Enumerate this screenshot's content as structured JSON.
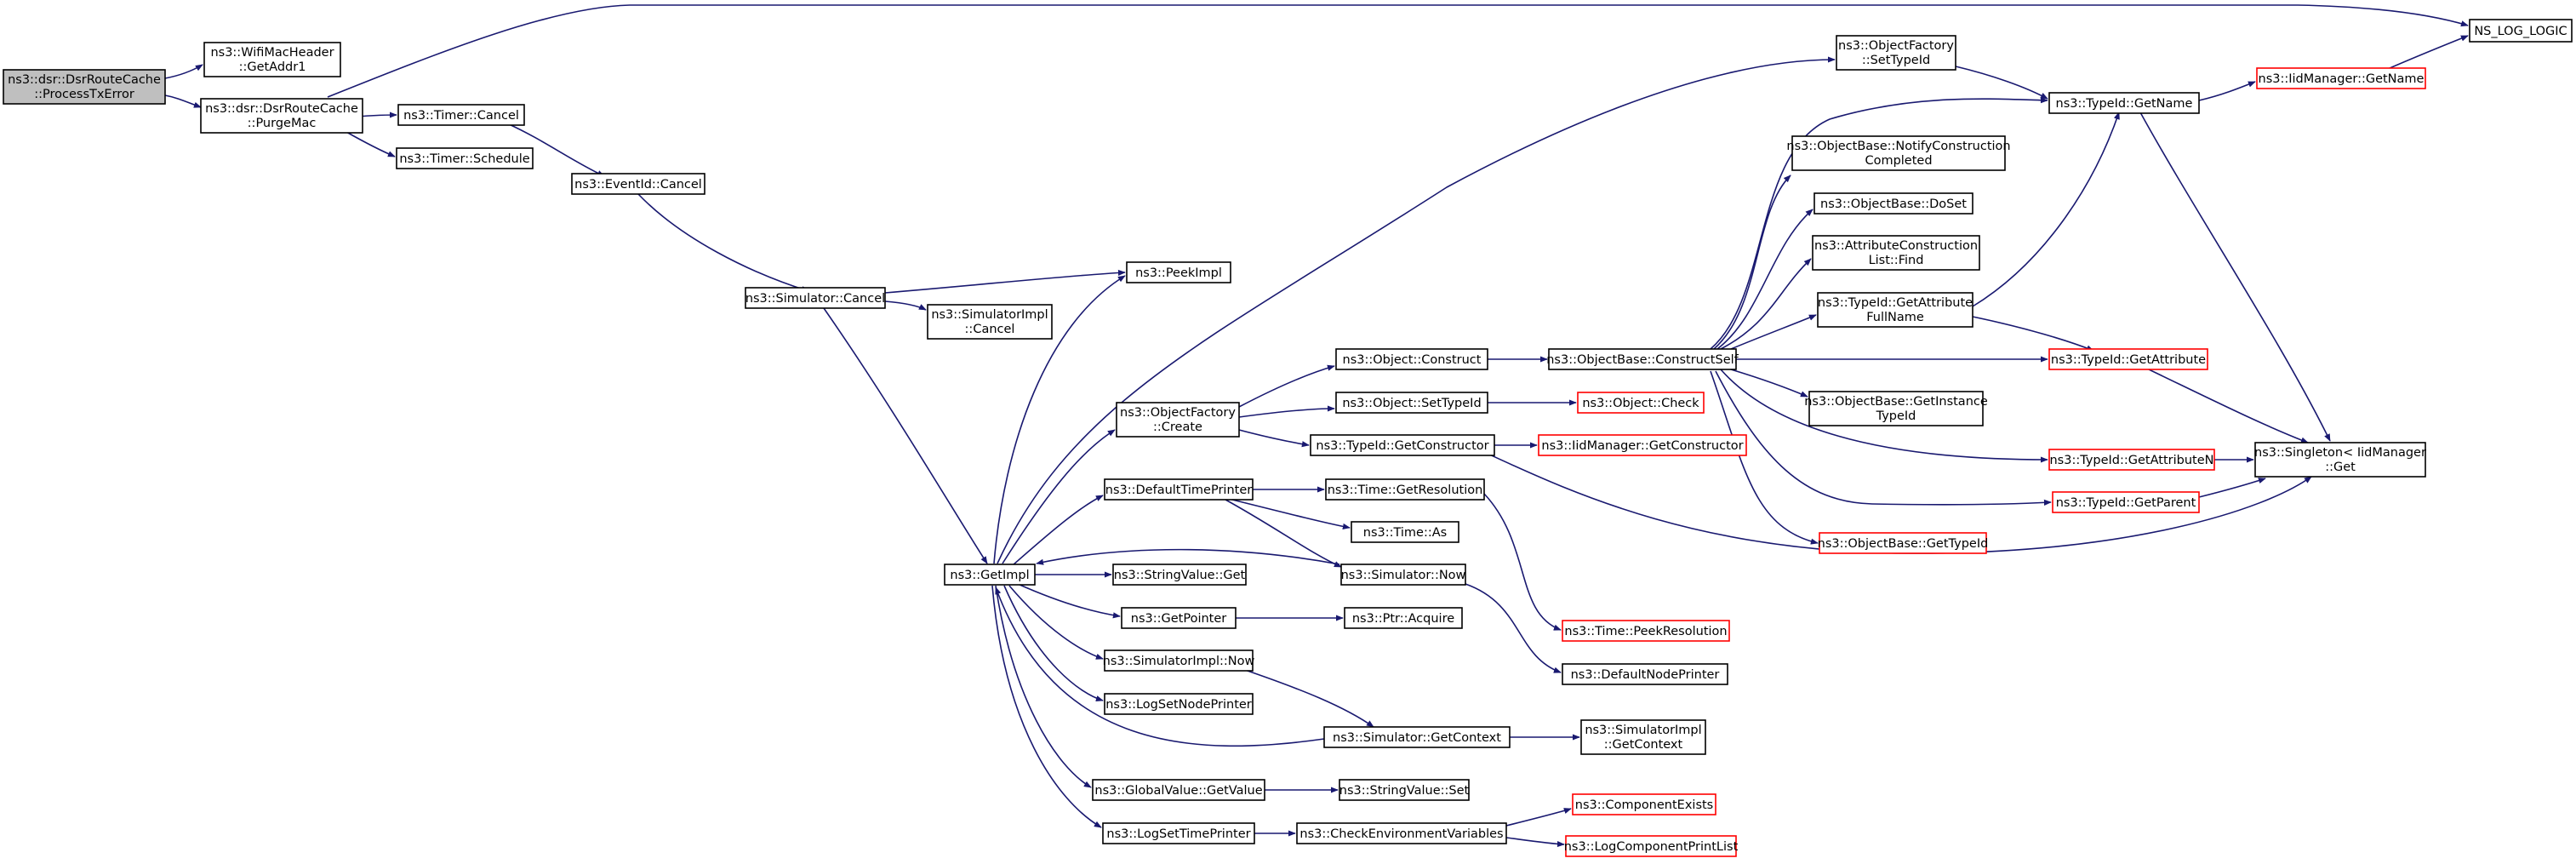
{
  "colors": {
    "edge": "#191970",
    "node_border": "#000000",
    "incomplete_border": "#ff0000",
    "root_fill": "#bfbfbf"
  },
  "nodes": [
    {
      "id": "root",
      "lines": [
        "ns3::dsr::DsrRouteCache",
        "::ProcessTxError"
      ]
    },
    {
      "id": "wifiGetAddr1",
      "lines": [
        "ns3::WifiMacHeader",
        "::GetAddr1"
      ]
    },
    {
      "id": "purgeMac",
      "lines": [
        "ns3::dsr::DsrRouteCache",
        "::PurgeMac"
      ]
    },
    {
      "id": "logLogic",
      "lines": [
        "NS_LOG_LOGIC"
      ]
    },
    {
      "id": "timerCancel",
      "lines": [
        "ns3::Timer::Cancel"
      ]
    },
    {
      "id": "timerSchedule",
      "lines": [
        "ns3::Timer::Schedule"
      ]
    },
    {
      "id": "eventCancel",
      "lines": [
        "ns3::EventId::Cancel"
      ]
    },
    {
      "id": "simCancel",
      "lines": [
        "ns3::Simulator::Cancel"
      ]
    },
    {
      "id": "peekImpl",
      "lines": [
        "ns3::PeekImpl"
      ]
    },
    {
      "id": "simImplCancel",
      "lines": [
        "ns3::SimulatorImpl",
        "::Cancel"
      ]
    },
    {
      "id": "getImpl",
      "lines": [
        "ns3::GetImpl"
      ]
    },
    {
      "id": "ofSetTypeId",
      "lines": [
        "ns3::ObjectFactory",
        "::SetTypeId"
      ]
    },
    {
      "id": "typeGetName",
      "lines": [
        "ns3::TypeId::GetName"
      ]
    },
    {
      "id": "iidGetName",
      "lines": [
        "ns3::IidManager::GetName"
      ]
    },
    {
      "id": "notifyConstruction",
      "lines": [
        "ns3::ObjectBase::NotifyConstruction",
        "Completed"
      ]
    },
    {
      "id": "doSet",
      "lines": [
        "ns3::ObjectBase::DoSet"
      ]
    },
    {
      "id": "attrFind",
      "lines": [
        "ns3::AttributeConstruction",
        "List::Find"
      ]
    },
    {
      "id": "attrFullName",
      "lines": [
        "ns3::TypeId::GetAttribute",
        "FullName"
      ]
    },
    {
      "id": "objConstruct",
      "lines": [
        "ns3::Object::Construct"
      ]
    },
    {
      "id": "constructSelf",
      "lines": [
        "ns3::ObjectBase::ConstructSelf"
      ]
    },
    {
      "id": "typeGetAttribute",
      "lines": [
        "ns3::TypeId::GetAttribute"
      ]
    },
    {
      "id": "ofCreate",
      "lines": [
        "ns3::ObjectFactory",
        "::Create"
      ]
    },
    {
      "id": "objSetTypeId",
      "lines": [
        "ns3::Object::SetTypeId"
      ]
    },
    {
      "id": "objCheck",
      "lines": [
        "ns3::Object::Check"
      ]
    },
    {
      "id": "getInstanceTypeId",
      "lines": [
        "ns3::ObjectBase::GetInstance",
        "TypeId"
      ]
    },
    {
      "id": "getConstructor",
      "lines": [
        "ns3::TypeId::GetConstructor"
      ]
    },
    {
      "id": "iidGetConstructor",
      "lines": [
        "ns3::IidManager::GetConstructor"
      ]
    },
    {
      "id": "getAttributeN",
      "lines": [
        "ns3::TypeId::GetAttributeN"
      ]
    },
    {
      "id": "singletonGet",
      "lines": [
        "ns3::Singleton< IidManager",
        "::Get"
      ]
    },
    {
      "id": "defaultTimePrinter",
      "lines": [
        "ns3::DefaultTimePrinter"
      ]
    },
    {
      "id": "timeGetResolution",
      "lines": [
        "ns3::Time::GetResolution"
      ]
    },
    {
      "id": "getParent",
      "lines": [
        "ns3::TypeId::GetParent"
      ]
    },
    {
      "id": "timeAs",
      "lines": [
        "ns3::Time::As"
      ]
    },
    {
      "id": "obGetTypeId",
      "lines": [
        "ns3::ObjectBase::GetTypeId"
      ]
    },
    {
      "id": "stringValueGet",
      "lines": [
        "ns3::StringValue::Get"
      ]
    },
    {
      "id": "simNow",
      "lines": [
        "ns3::Simulator::Now"
      ]
    },
    {
      "id": "getPointer",
      "lines": [
        "ns3::GetPointer"
      ]
    },
    {
      "id": "ptrAcquire",
      "lines": [
        "ns3::Ptr::Acquire"
      ]
    },
    {
      "id": "peekResolution",
      "lines": [
        "ns3::Time::PeekResolution"
      ]
    },
    {
      "id": "simImplNow",
      "lines": [
        "ns3::SimulatorImpl::Now"
      ]
    },
    {
      "id": "defaultNodePrinter",
      "lines": [
        "ns3::DefaultNodePrinter"
      ]
    },
    {
      "id": "logSetNodePrinter",
      "lines": [
        "ns3::LogSetNodePrinter"
      ]
    },
    {
      "id": "simGetContext",
      "lines": [
        "ns3::Simulator::GetContext"
      ]
    },
    {
      "id": "simImplGetContext",
      "lines": [
        "ns3::SimulatorImpl",
        "::GetContext"
      ]
    },
    {
      "id": "globalGetValue",
      "lines": [
        "ns3::GlobalValue::GetValue"
      ]
    },
    {
      "id": "stringValueSet",
      "lines": [
        "ns3::StringValue::Set"
      ]
    },
    {
      "id": "componentExists",
      "lines": [
        "ns3::ComponentExists"
      ]
    },
    {
      "id": "logSetTimePrinter",
      "lines": [
        "ns3::LogSetTimePrinter"
      ]
    },
    {
      "id": "checkEnv",
      "lines": [
        "ns3::CheckEnvironmentVariables"
      ]
    },
    {
      "id": "logComponentPrintList",
      "lines": [
        "ns3::LogComponentPrintList"
      ]
    }
  ]
}
